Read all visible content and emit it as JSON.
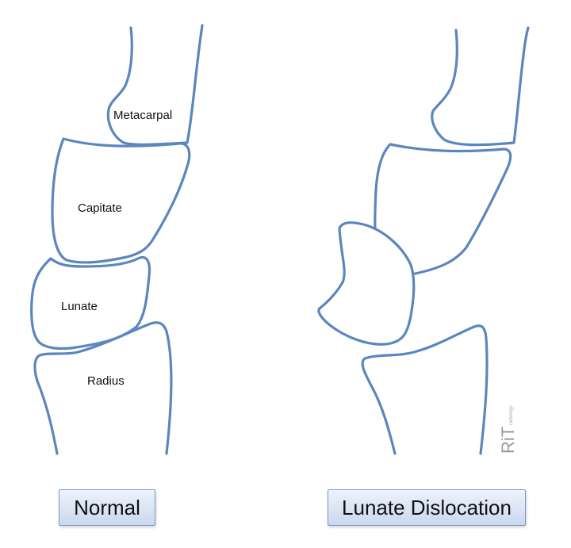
{
  "labels": {
    "metacarpal": "Metacarpal",
    "capitate": "Capitate",
    "lunate": "Lunate",
    "radius": "Radius"
  },
  "captions": {
    "normal": "Normal",
    "dislocation": "Lunate Dislocation"
  },
  "watermark": {
    "main": "RiT",
    "small": "radiology"
  },
  "colors": {
    "outline": "#5b86be",
    "caption_fill": "#c9d8ef"
  }
}
